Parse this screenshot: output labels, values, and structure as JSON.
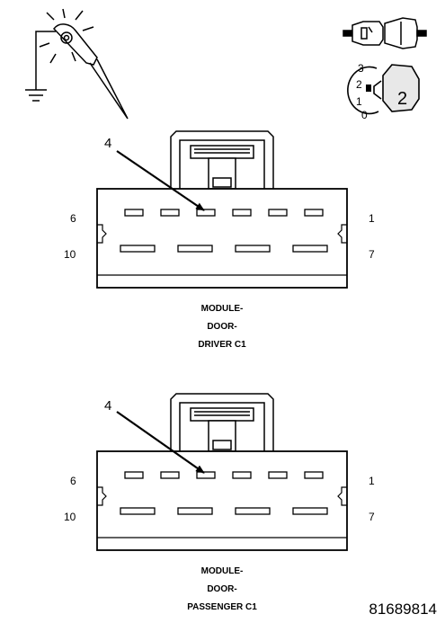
{
  "icons": {
    "test_light": "test-light-ground-icon",
    "connector": "connector-plug-icon",
    "ignition": "ignition-key-icon",
    "ignition_positions": [
      "3",
      "2",
      "1",
      "0"
    ],
    "ignition_key_number": "2"
  },
  "connectors": [
    {
      "id": "driver",
      "callout": "4",
      "pin_top_left": "6",
      "pin_top_right": "1",
      "pin_bottom_left": "10",
      "pin_bottom_right": "7",
      "label_lines": [
        "MODULE-",
        "DOOR-",
        "DRIVER C1"
      ]
    },
    {
      "id": "passenger",
      "callout": "4",
      "pin_top_left": "6",
      "pin_top_right": "1",
      "pin_bottom_left": "10",
      "pin_bottom_right": "7",
      "label_lines": [
        "MODULE-",
        "DOOR-",
        "PASSENGER C1"
      ]
    }
  ],
  "figure_number": "81689814"
}
